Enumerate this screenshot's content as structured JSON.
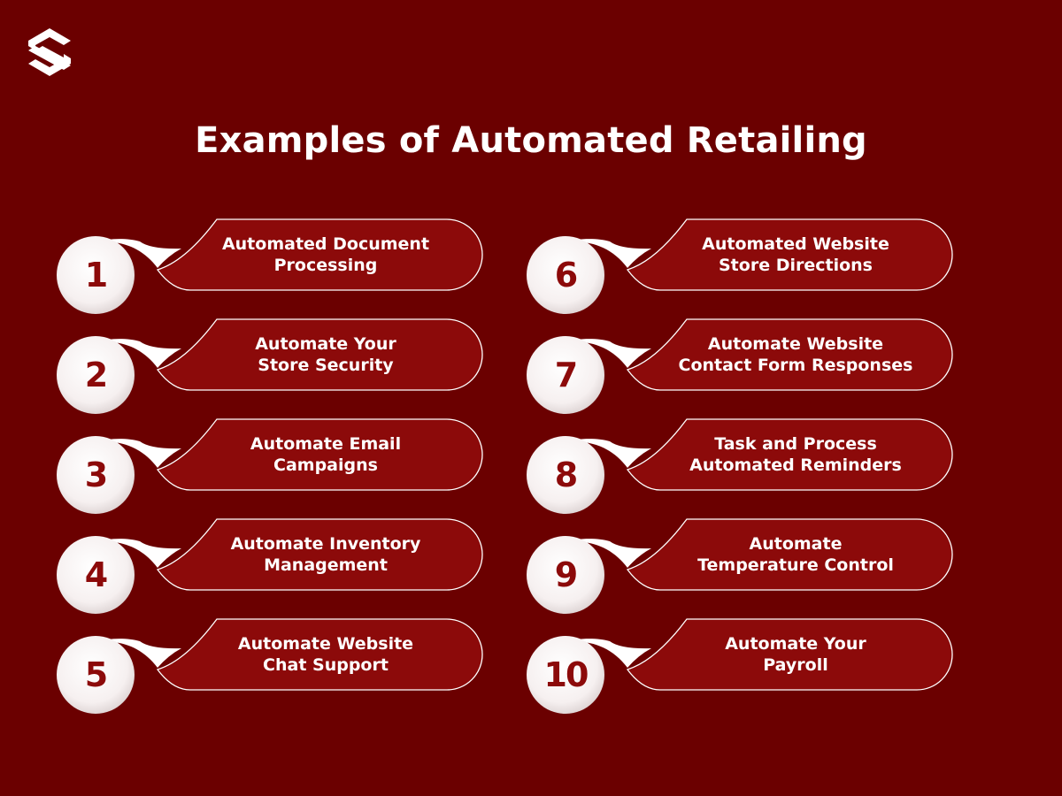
{
  "title": "Examples of Automated Retailing",
  "colors": {
    "background": "#6b0000",
    "pill": "#8c0a0a",
    "circle": "#ffffff",
    "number": "#8c0a0a",
    "text": "#ffffff"
  },
  "logo_icon": "s-monogram-logo-icon",
  "items": [
    {
      "number": "1",
      "label": "Automated Document\nProcessing"
    },
    {
      "number": "2",
      "label": "Automate Your\nStore Security"
    },
    {
      "number": "3",
      "label": "Automate Email\nCampaigns"
    },
    {
      "number": "4",
      "label": "Automate Inventory\nManagement"
    },
    {
      "number": "5",
      "label": "Automate Website\nChat Support"
    },
    {
      "number": "6",
      "label": "Automated Website\nStore Directions"
    },
    {
      "number": "7",
      "label": "Automate Website\nContact Form Responses"
    },
    {
      "number": "8",
      "label": "Task and Process\nAutomated Reminders"
    },
    {
      "number": "9",
      "label": "Automate\nTemperature Control"
    },
    {
      "number": "10",
      "label": "Automate Your\nPayroll"
    }
  ]
}
